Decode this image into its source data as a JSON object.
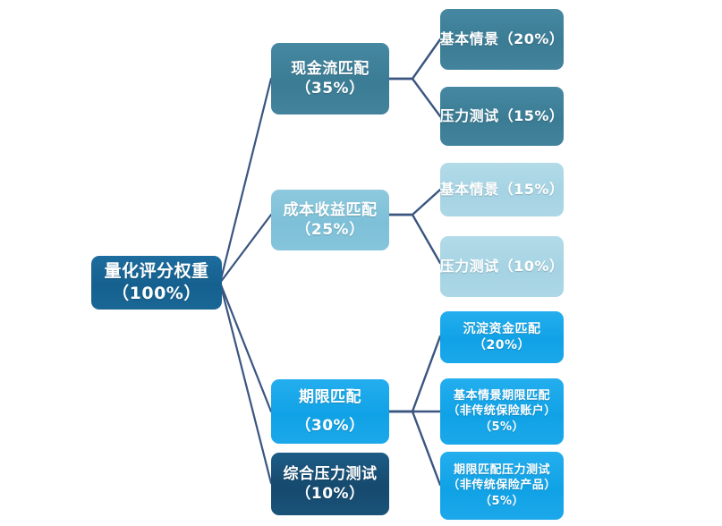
{
  "diagram": {
    "title_node": {
      "lines": [
        "量化评分权重",
        "（100%）"
      ],
      "color": "#1a6795"
    },
    "branches": [
      {
        "name": "cash-flow-match",
        "node": {
          "lines": [
            "现金流匹配",
            "（35%）"
          ],
          "color": "#3b7c95"
        },
        "children": [
          {
            "name": "cash-flow-base-scenario",
            "lines": [
              "基本情景（20%）"
            ],
            "color": "#3b7c95"
          },
          {
            "name": "cash-flow-stress-test",
            "lines": [
              "压力测试（15%）"
            ],
            "color": "#3b7c95"
          }
        ]
      },
      {
        "name": "cost-benefit-match",
        "node": {
          "lines": [
            "成本收益匹配",
            "（25%）"
          ],
          "color": "#7dc0d8"
        },
        "children": [
          {
            "name": "cost-benefit-base-scenario",
            "lines": [
              "基本情景（15%）"
            ],
            "color": "#a5d3e3"
          },
          {
            "name": "cost-benefit-stress-test",
            "lines": [
              "压力测试（10%）"
            ],
            "color": "#a5d3e3"
          }
        ]
      },
      {
        "name": "duration-match",
        "node": {
          "lines": [
            "期限匹配",
            "（30%）"
          ],
          "color": "#10a2e6"
        },
        "children": [
          {
            "name": "settled-funds-match",
            "lines": [
              "沉淀资金匹配",
              "（20%）"
            ],
            "color": "#10a2e6"
          },
          {
            "name": "base-scenario-duration-match",
            "lines": [
              "基本情景期限匹配",
              "（非传统保险账户）",
              "（5%）"
            ],
            "color": "#10a2e6"
          },
          {
            "name": "duration-match-stress-test",
            "lines": [
              "期限匹配压力测试",
              "（非传统保险产品）",
              "（5%）"
            ],
            "color": "#10a2e6"
          }
        ]
      },
      {
        "name": "comprehensive-stress-test",
        "node": {
          "lines": [
            "综合压力测试",
            "（10%）"
          ],
          "color": "#164a6e"
        },
        "children": []
      }
    ],
    "connector_color": "#3a5580"
  }
}
